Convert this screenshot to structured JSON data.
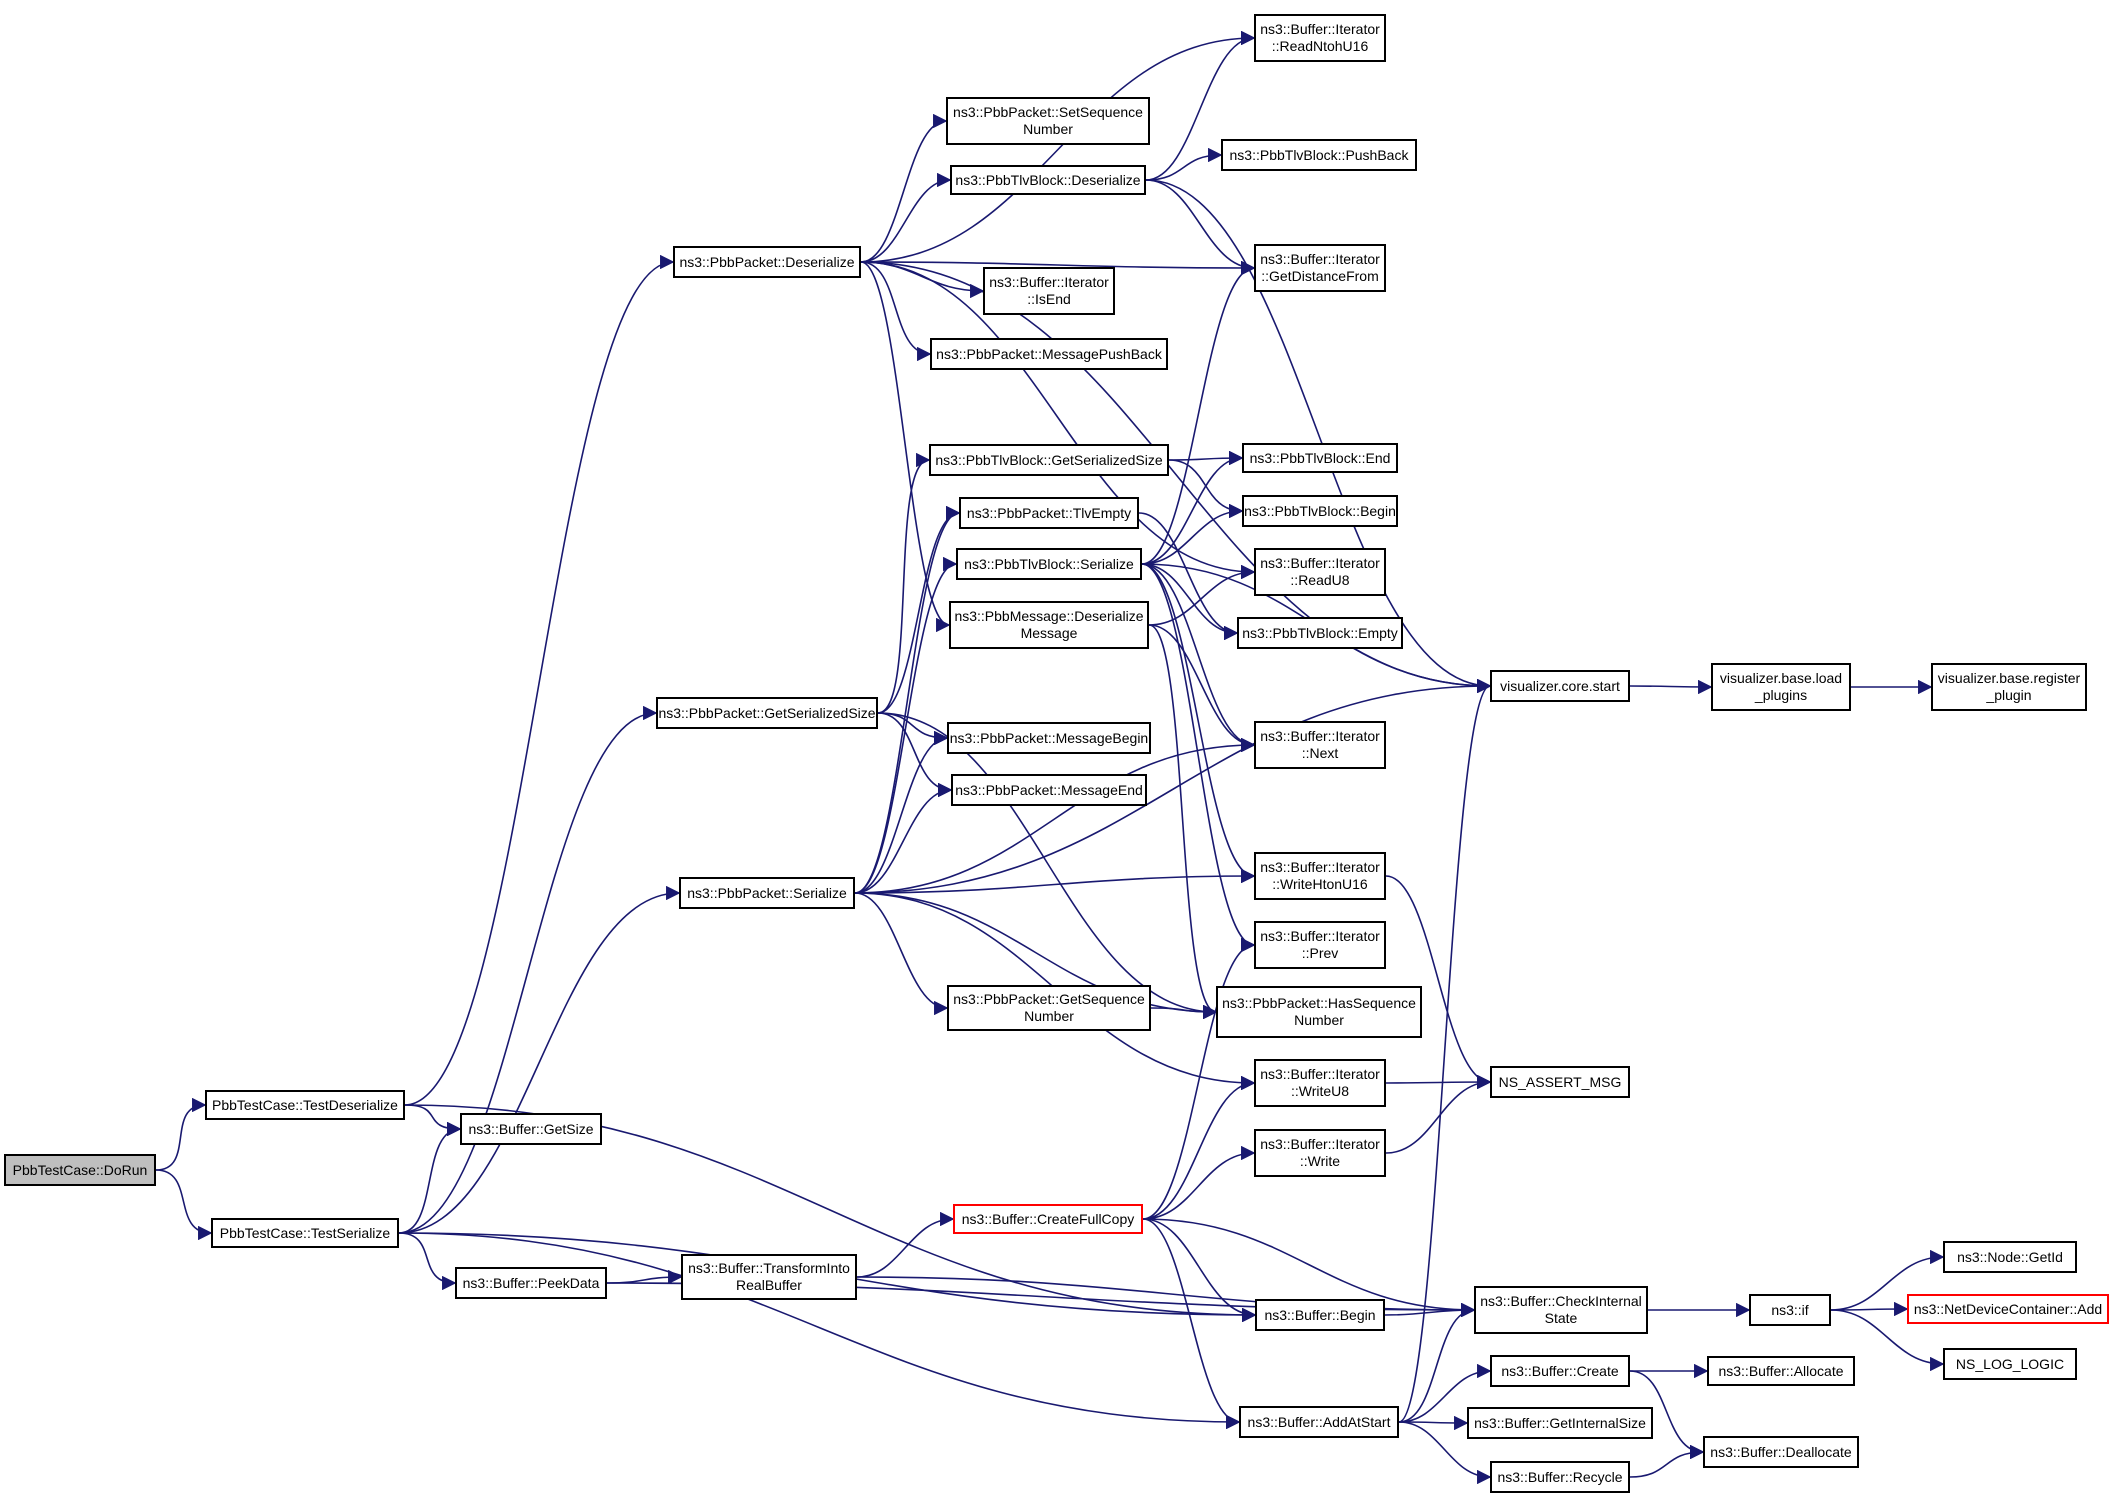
{
  "graph": {
    "root": "PbbTestCase::DoRun",
    "colors": {
      "edge": "#191970",
      "border": "#000000",
      "root_fill": "#bfbfbf",
      "truncated_border": "#ff0000"
    },
    "nodes": {
      "dorun": "PbbTestCase::DoRun",
      "testdeser": "PbbTestCase::TestDeserialize",
      "testser": "PbbTestCase::TestSerialize",
      "pp_deser": "ns3::PbbPacket::Deserialize",
      "pp_getsersize": "ns3::PbbPacket::GetSerializedSize",
      "pp_ser": "ns3::PbbPacket::Serialize",
      "buf_getsize": "ns3::Buffer::GetSize",
      "buf_peekdata": "ns3::Buffer::PeekData",
      "buf_transform": "ns3::Buffer::TransformInto\nRealBuffer",
      "buf_createfullcopy": "ns3::Buffer::CreateFullCopy",
      "pp_setseq": "ns3::PbbPacket::SetSequence\nNumber",
      "tlvblock_deser": "ns3::PbbTlvBlock::Deserialize",
      "bi_isend": "ns3::Buffer::Iterator\n::IsEnd",
      "pp_msgpushback": "ns3::PbbPacket::MessagePushBack",
      "tlvblock_getsersize": "ns3::PbbTlvBlock::GetSerializedSize",
      "pp_tlvempty": "ns3::PbbPacket::TlvEmpty",
      "tlvblock_ser": "ns3::PbbTlvBlock::Serialize",
      "pm_deser": "ns3::PbbMessage::Deserialize\nMessage",
      "pp_msgbegin": "ns3::PbbPacket::MessageBegin",
      "pp_msgend": "ns3::PbbPacket::MessageEnd",
      "pp_getseq": "ns3::PbbPacket::GetSequence\nNumber",
      "bi_readntohu16": "ns3::Buffer::Iterator\n::ReadNtohU16",
      "tlvblock_pushback": "ns3::PbbTlvBlock::PushBack",
      "bi_getdist": "ns3::Buffer::Iterator\n::GetDistanceFrom",
      "tlvblock_end": "ns3::PbbTlvBlock::End",
      "tlvblock_begin": "ns3::PbbTlvBlock::Begin",
      "bi_readu8": "ns3::Buffer::Iterator\n::ReadU8",
      "tlvblock_empty": "ns3::PbbTlvBlock::Empty",
      "bi_next": "ns3::Buffer::Iterator\n::Next",
      "bi_writehtonu16": "ns3::Buffer::Iterator\n::WriteHtonU16",
      "bi_prev": "ns3::Buffer::Iterator\n::Prev",
      "pp_hasseq": "ns3::PbbPacket::HasSequence\nNumber",
      "bi_writeu8": "ns3::Buffer::Iterator\n::WriteU8",
      "bi_write": "ns3::Buffer::Iterator\n::Write",
      "buf_begin": "ns3::Buffer::Begin",
      "buf_addatstart": "ns3::Buffer::AddAtStart",
      "vis_start": "visualizer.core.start",
      "assert_msg": "NS_ASSERT_MSG",
      "buf_checkinternal": "ns3::Buffer::CheckInternal\nState",
      "buf_create": "ns3::Buffer::Create",
      "buf_getinternalsize": "ns3::Buffer::GetInternalSize",
      "buf_recycle": "ns3::Buffer::Recycle",
      "vis_loadplugins": "visualizer.base.load\n_plugins",
      "vis_registerplugin": "visualizer.base.register\n_plugin",
      "ns3_if": "ns3::if",
      "buf_allocate": "ns3::Buffer::Allocate",
      "buf_deallocate": "ns3::Buffer::Deallocate",
      "node_getid": "ns3::Node::GetId",
      "ndc_add": "ns3::NetDeviceContainer::Add",
      "ns_log_logic": "NS_LOG_LOGIC"
    },
    "edges": [
      [
        "dorun",
        "testdeser"
      ],
      [
        "dorun",
        "testser"
      ],
      [
        "testdeser",
        "pp_deser"
      ],
      [
        "testdeser",
        "buf_getsize"
      ],
      [
        "testdeser",
        "buf_begin"
      ],
      [
        "testser",
        "pp_getsersize"
      ],
      [
        "testser",
        "buf_getsize"
      ],
      [
        "testser",
        "pp_ser"
      ],
      [
        "testser",
        "buf_peekdata"
      ],
      [
        "testser",
        "buf_begin"
      ],
      [
        "testser",
        "buf_addatstart"
      ],
      [
        "pp_deser",
        "bi_readntohu16"
      ],
      [
        "pp_deser",
        "pp_setseq"
      ],
      [
        "pp_deser",
        "tlvblock_deser"
      ],
      [
        "pp_deser",
        "bi_getdist"
      ],
      [
        "pp_deser",
        "bi_isend"
      ],
      [
        "pp_deser",
        "pp_msgpushback"
      ],
      [
        "pp_deser",
        "bi_readu8"
      ],
      [
        "pp_deser",
        "pm_deser"
      ],
      [
        "pp_deser",
        "vis_start"
      ],
      [
        "tlvblock_deser",
        "bi_readntohu16"
      ],
      [
        "tlvblock_deser",
        "tlvblock_pushback"
      ],
      [
        "tlvblock_deser",
        "bi_getdist"
      ],
      [
        "tlvblock_deser",
        "vis_start"
      ],
      [
        "pp_getsersize",
        "tlvblock_getsersize"
      ],
      [
        "pp_getsersize",
        "pp_tlvempty"
      ],
      [
        "pp_getsersize",
        "pp_msgbegin"
      ],
      [
        "pp_getsersize",
        "pp_msgend"
      ],
      [
        "pp_getsersize",
        "pp_hasseq"
      ],
      [
        "tlvblock_getsersize",
        "tlvblock_end"
      ],
      [
        "tlvblock_getsersize",
        "tlvblock_begin"
      ],
      [
        "pp_tlvempty",
        "tlvblock_empty"
      ],
      [
        "tlvblock_ser",
        "tlvblock_begin"
      ],
      [
        "tlvblock_ser",
        "tlvblock_end"
      ],
      [
        "tlvblock_ser",
        "bi_getdist"
      ],
      [
        "tlvblock_ser",
        "tlvblock_empty"
      ],
      [
        "tlvblock_ser",
        "bi_next"
      ],
      [
        "tlvblock_ser",
        "bi_writehtonu16"
      ],
      [
        "tlvblock_ser",
        "bi_prev"
      ],
      [
        "tlvblock_ser",
        "vis_start"
      ],
      [
        "pm_deser",
        "bi_readu8"
      ],
      [
        "pm_deser",
        "bi_next"
      ],
      [
        "pm_deser",
        "pp_hasseq"
      ],
      [
        "pp_ser",
        "pp_tlvempty"
      ],
      [
        "pp_ser",
        "tlvblock_ser"
      ],
      [
        "pp_ser",
        "pp_msgbegin"
      ],
      [
        "pp_ser",
        "pp_msgend"
      ],
      [
        "pp_ser",
        "bi_next"
      ],
      [
        "pp_ser",
        "vis_start"
      ],
      [
        "pp_ser",
        "bi_writehtonu16"
      ],
      [
        "pp_ser",
        "pp_getseq"
      ],
      [
        "pp_ser",
        "bi_writeu8"
      ],
      [
        "pp_ser",
        "pp_hasseq"
      ],
      [
        "pp_getseq",
        "pp_hasseq"
      ],
      [
        "bi_writehtonu16",
        "assert_msg"
      ],
      [
        "bi_writeu8",
        "assert_msg"
      ],
      [
        "bi_write",
        "assert_msg"
      ],
      [
        "buf_peekdata",
        "buf_transform"
      ],
      [
        "buf_peekdata",
        "buf_checkinternal"
      ],
      [
        "buf_transform",
        "buf_createfullcopy"
      ],
      [
        "buf_transform",
        "buf_checkinternal"
      ],
      [
        "buf_createfullcopy",
        "bi_prev"
      ],
      [
        "buf_createfullcopy",
        "bi_writeu8"
      ],
      [
        "buf_createfullcopy",
        "bi_write"
      ],
      [
        "buf_createfullcopy",
        "buf_begin"
      ],
      [
        "buf_createfullcopy",
        "buf_checkinternal"
      ],
      [
        "buf_createfullcopy",
        "buf_addatstart"
      ],
      [
        "buf_begin",
        "buf_checkinternal"
      ],
      [
        "buf_addatstart",
        "vis_start"
      ],
      [
        "buf_addatstart",
        "buf_checkinternal"
      ],
      [
        "buf_addatstart",
        "buf_create"
      ],
      [
        "buf_addatstart",
        "buf_getinternalsize"
      ],
      [
        "buf_addatstart",
        "buf_recycle"
      ],
      [
        "buf_create",
        "buf_allocate"
      ],
      [
        "buf_create",
        "buf_deallocate"
      ],
      [
        "buf_recycle",
        "buf_deallocate"
      ],
      [
        "vis_start",
        "vis_loadplugins"
      ],
      [
        "vis_loadplugins",
        "vis_registerplugin"
      ],
      [
        "buf_checkinternal",
        "ns3_if"
      ],
      [
        "ns3_if",
        "node_getid"
      ],
      [
        "ns3_if",
        "ndc_add"
      ],
      [
        "ns3_if",
        "ns_log_logic"
      ]
    ]
  }
}
